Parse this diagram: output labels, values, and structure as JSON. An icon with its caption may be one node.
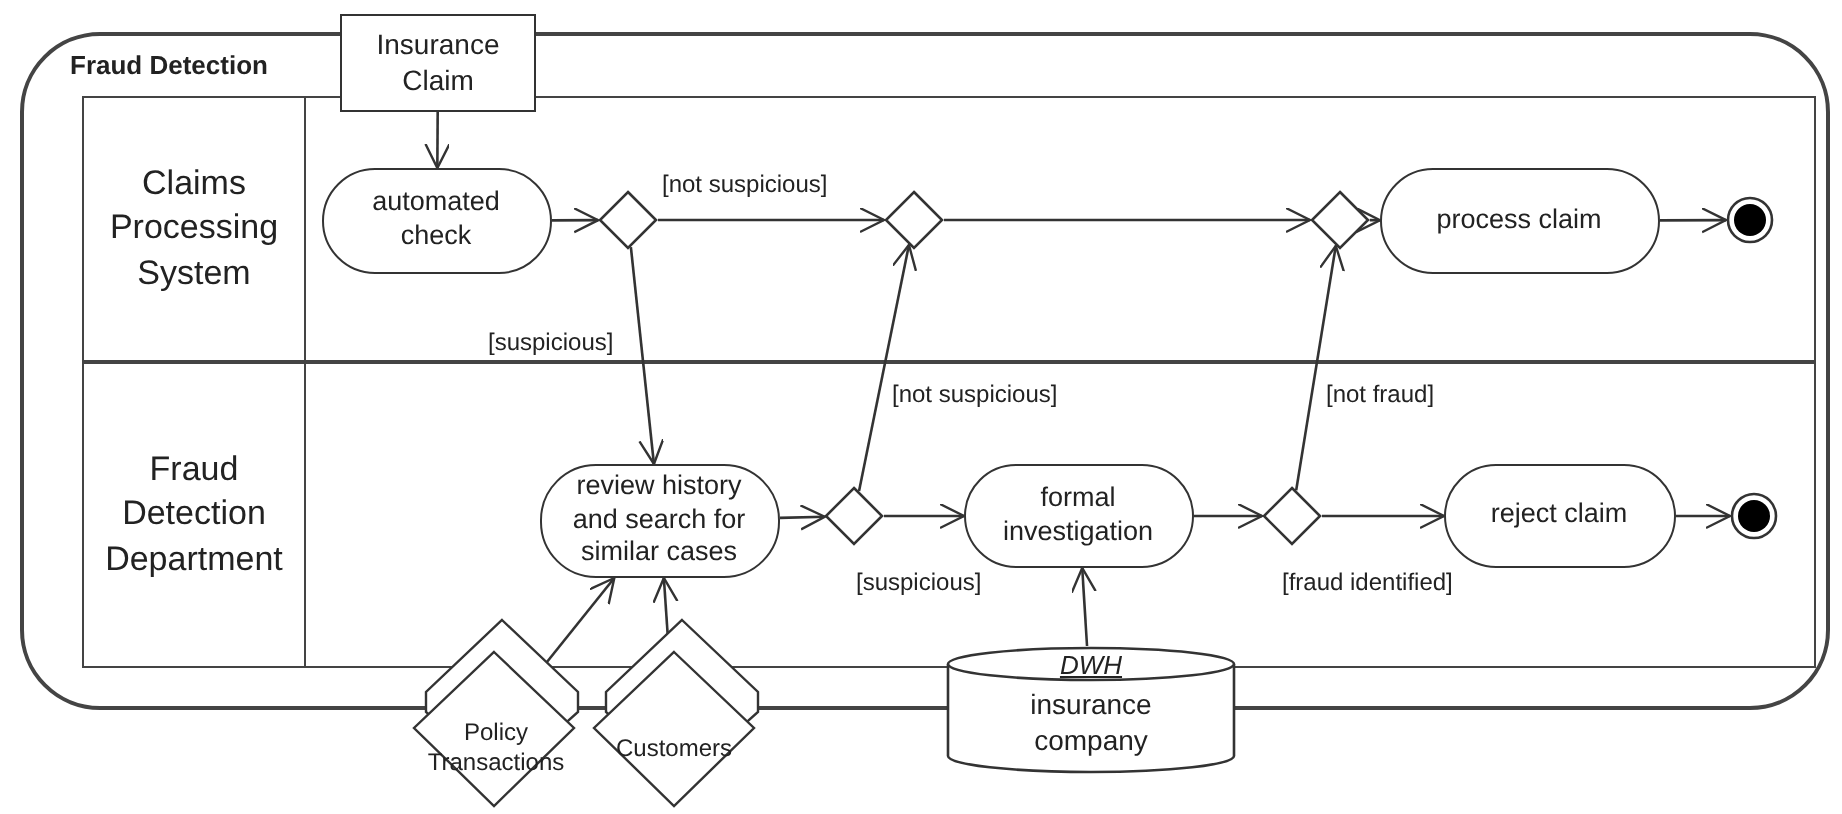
{
  "diagram": {
    "nodes": [
      {
        "text": [
          "Fraud Detection"
        ]
      },
      {
        "text": [
          "Claims Processing System"
        ],
        "in": 0
      },
      {
        "text": [
          "Fraud Detection Department"
        ],
        "in": 0
      },
      {
        "text": [
          "Insurance Claim"
        ]
      },
      {
        "text": [
          "automated check"
        ],
        "in": 1
      },
      {
        "text": [],
        "shape": "diamond",
        "in": 1
      },
      {
        "text": [],
        "shape": "diamond",
        "in": 1
      },
      {
        "text": [],
        "shape": "diamond",
        "in": 1
      },
      {
        "text": [
          "process claim"
        ],
        "in": 1
      },
      {
        "text": [],
        "shape": "circle",
        "in": 1
      },
      {
        "text": [
          "review history and search for similar cases"
        ],
        "in": 2
      },
      {
        "text": [],
        "shape": "diamond",
        "in": 2
      },
      {
        "text": [
          "formal investigation"
        ],
        "in": 2
      },
      {
        "text": [],
        "shape": "diamond",
        "in": 2
      },
      {
        "text": [
          "reject claim"
        ],
        "in": 2
      },
      {
        "text": [],
        "shape": "circle",
        "in": 2
      },
      {
        "text": [
          "Policy Transactions"
        ]
      },
      {
        "text": [
          "Customers"
        ]
      },
      {
        "text": [
          "DWH",
          "insurance company"
        ]
      }
    ],
    "edges": [
      {
        "from": 3,
        "to": 4,
        "arrow": "to"
      },
      {
        "from": 4,
        "to": 5,
        "arrow": "to"
      },
      {
        "from": 5,
        "to": 6,
        "arrow": "to",
        "label": "[not suspicious]"
      },
      {
        "from": 5,
        "to": 10,
        "arrow": "to",
        "label": "[suspicious]"
      },
      {
        "from": 6,
        "to": 7,
        "arrow": "to"
      },
      {
        "from": 7,
        "to": 8,
        "arrow": "to"
      },
      {
        "from": 8,
        "to": 9,
        "arrow": "to"
      },
      {
        "from": 10,
        "to": 11,
        "arrow": "to"
      },
      {
        "from": 11,
        "to": 6,
        "arrow": "to",
        "label": "[not suspicious]"
      },
      {
        "from": 11,
        "to": 12,
        "arrow": "to",
        "label": "[suspicious]"
      },
      {
        "from": 12,
        "to": 13,
        "arrow": "to"
      },
      {
        "from": 13,
        "to": 7,
        "arrow": "to",
        "label": "[not fraud]"
      },
      {
        "from": 13,
        "to": 14,
        "arrow": "to",
        "label": "[fraud identified]"
      },
      {
        "from": 14,
        "to": 15,
        "arrow": "to"
      },
      {
        "from": 16,
        "to": 10,
        "arrow": "to"
      },
      {
        "from": 17,
        "to": 10,
        "arrow": "to"
      },
      {
        "from": 18,
        "to": 12,
        "arrow": "to"
      }
    ]
  }
}
